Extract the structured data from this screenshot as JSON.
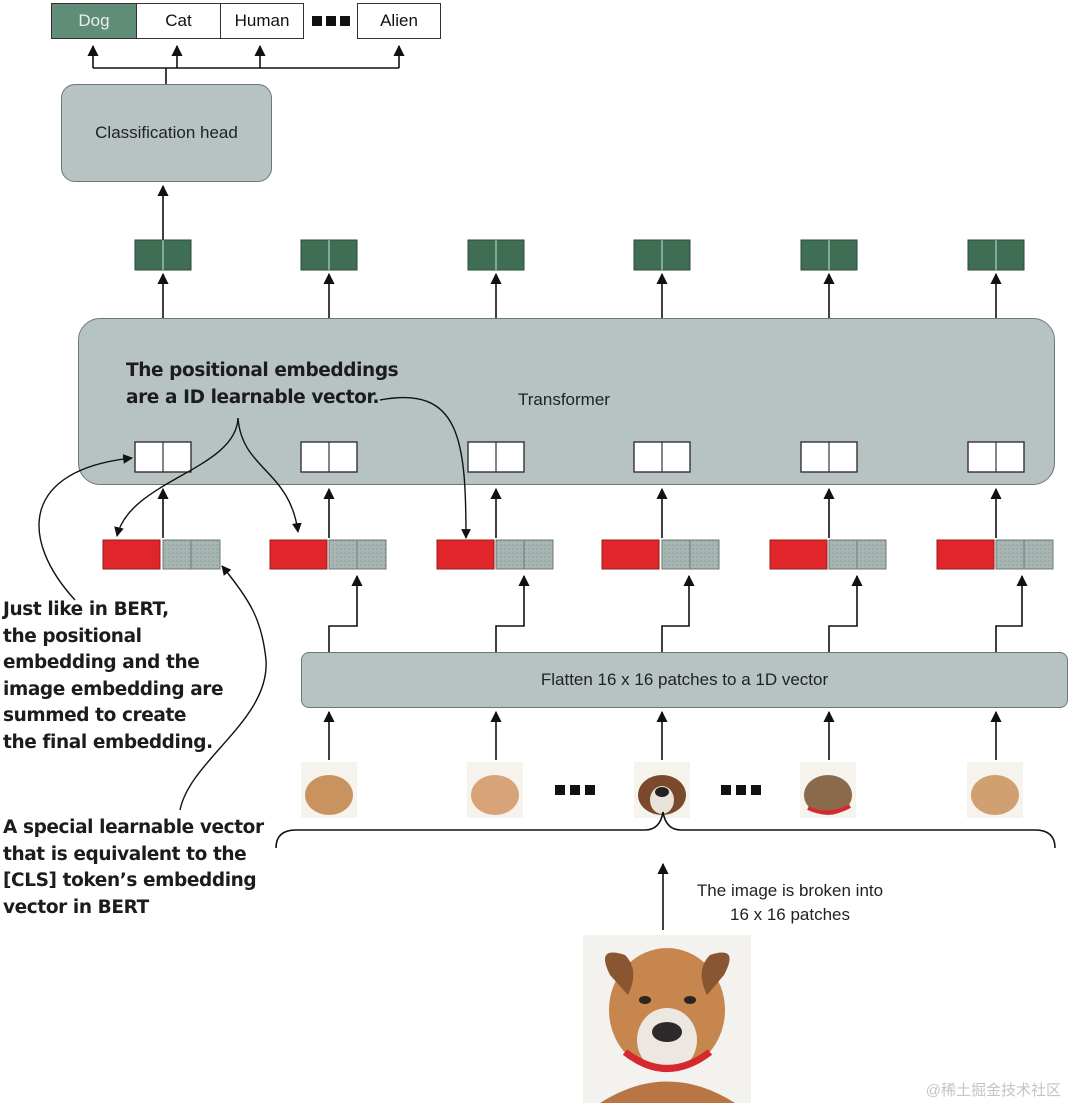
{
  "classes": [
    "Dog",
    "Cat",
    "Human",
    "Alien"
  ],
  "colors": {
    "output_token": "#3f6e55",
    "position_embedding": "#e0252b",
    "patch_embedding": "#a8b6b3",
    "box_fill": "#b7c2c2",
    "selected_class": "#5f8d77"
  },
  "classification_head": "Classification head",
  "transformer_label": "Transformer",
  "flatten_label": "Flatten 16 x 16 patches to a 1D vector",
  "annotations": {
    "positional": "The positional embeddings\nare a ID learnable vector.",
    "bert_sum": "Just like in BERT,\nthe positional\nembedding and the\nimage embedding are\nsummed to create\nthe final embedding.",
    "cls_token": "A special learnable vector\nthat is equivalent to the\n[CLS] token’s embedding\nvector in BERT"
  },
  "patches_note": "The image is broken into\n16 x 16 patches",
  "watermark": "@稀土掘金技术社区",
  "icons": [
    "ellipsis-squares",
    "dog-photo",
    "patch-thumbnail",
    "arrow"
  ]
}
